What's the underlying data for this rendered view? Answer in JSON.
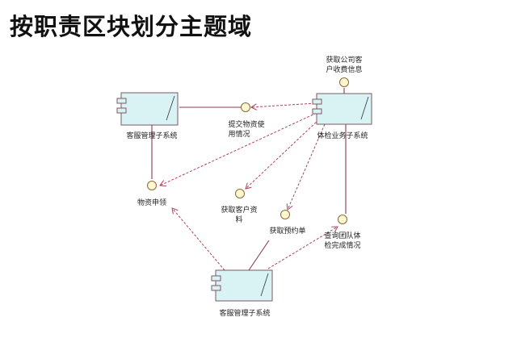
{
  "title": "按职责区块划分主题域",
  "components": {
    "customer_service_top": "客服管理子系统",
    "physical_exam": "体检业务子系统",
    "customer_service_bottom": "客服管理子系统"
  },
  "interfaces": {
    "get_company_fee_line1": "获取公司客",
    "get_company_fee_line2": "户收费信息",
    "submit_material_line1": "提交物资使",
    "submit_material_line2": "用情况",
    "material_request": "物资申领",
    "get_customer_info_line1": "获取客户资",
    "get_customer_info_line2": "料",
    "get_booking": "获取预约单",
    "query_group_line1": "查询团队体",
    "query_group_line2": "检完成情况"
  },
  "colors": {
    "component_fill": "#d9f3f5",
    "component_stroke": "#7a5a62",
    "interface_fill": "#fff8d0",
    "realization": "#8a3b52",
    "dependency": "#b0425a"
  }
}
